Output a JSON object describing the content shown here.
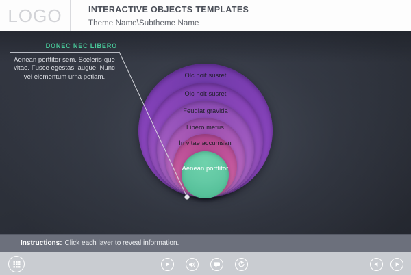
{
  "header": {
    "logo": "LOGO",
    "title": "INTERACTIVE OBJECTS TEMPLATES",
    "subtitle": "Theme Name\\Subtheme Name"
  },
  "callout": {
    "title": "DONEC NEC LIBERO",
    "body": "Aenean porttitor sem. Sceleris-que vitae. Fusce egestas, augue. Nunc vel elementum urna petiam.",
    "title_color": "#49c99a"
  },
  "diagram": {
    "type": "concentric-layers",
    "layers": [
      {
        "label": "Olc hoit susret",
        "color": "#8b46bd"
      },
      {
        "label": "Olc hoit susret",
        "color": "#9a55c0"
      },
      {
        "label": "Feugiat gravida",
        "color": "#a862c4"
      },
      {
        "label": "Libero metus",
        "color": "#b868be"
      },
      {
        "label": "In vitae accumsan",
        "color": "#cc64a3"
      },
      {
        "label": "Aenean porttitor",
        "color": "#63c9a4"
      }
    ]
  },
  "instructions": {
    "label": "Instructions:",
    "text": "Click each layer to reveal information."
  },
  "player": {
    "menu": "menu-grid-icon",
    "play": "play-icon",
    "volume": "volume-icon",
    "notes": "speech-bubble-icon",
    "reset": "replay-icon",
    "prev": "previous-icon",
    "next": "next-icon"
  }
}
